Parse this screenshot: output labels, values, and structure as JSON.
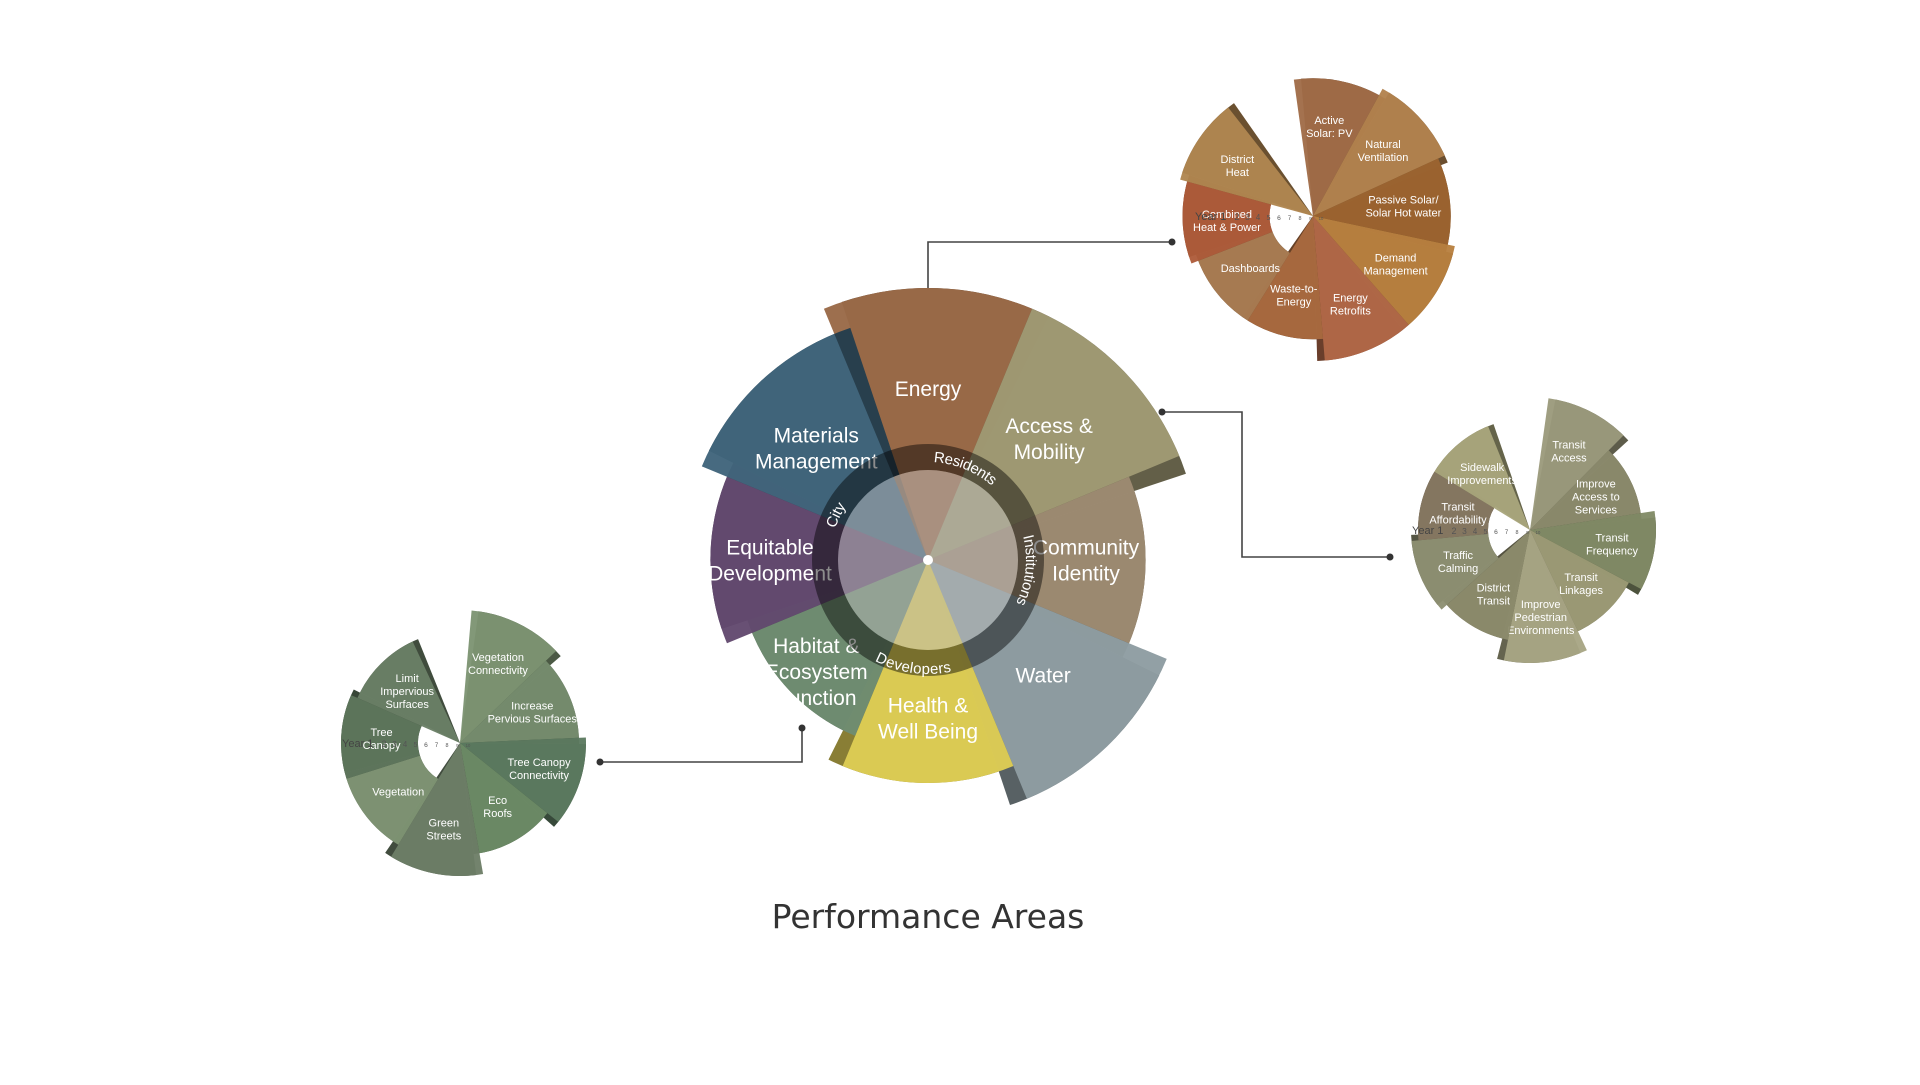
{
  "caption": "Performance Areas",
  "center_rings": [
    "Residents",
    "Institutions",
    "Developers",
    "City"
  ],
  "main_sectors": [
    {
      "label": "Energy",
      "value": 1.0,
      "color": "#9a6a48"
    },
    {
      "label": "Access & Mobility",
      "value": 1.0,
      "color": "#a09a74"
    },
    {
      "label": "Community Identity",
      "value": 0.8,
      "color": "#9d8a72"
    },
    {
      "label": "Water",
      "value": 0.95,
      "color": "#8e9da2"
    },
    {
      "label": "Health & Well Being",
      "value": 0.82,
      "color": "#ddcc55"
    },
    {
      "label": "Habitat & Ecosystem Function",
      "value": 0.7,
      "color": "#6f8c72"
    },
    {
      "label": "Equitable Development",
      "value": 0.8,
      "color": "#634a70"
    },
    {
      "label": "Materials Management",
      "value": 0.9,
      "color": "#41657c"
    }
  ],
  "sub_wheels": [
    {
      "name": "energy",
      "year_label": "Year 1",
      "year_ticks": [
        "2",
        "3",
        "4",
        "5",
        "6",
        "7",
        "8",
        "9",
        "10"
      ],
      "items": [
        {
          "label": "Active Solar: PV",
          "value": 0.95,
          "color": "#a06c48"
        },
        {
          "label": "Natural Ventilation",
          "value": 1.0,
          "color": "#b2824e"
        },
        {
          "label": "Passive Solar/ Solar Hot water",
          "value": 0.95,
          "color": "#9c6430"
        },
        {
          "label": "Demand Management",
          "value": 1.0,
          "color": "#b88040"
        },
        {
          "label": "Energy Retrofits",
          "value": 1.0,
          "color": "#b16848"
        },
        {
          "label": "Waste-to- Energy",
          "value": 0.85,
          "color": "#a96a40"
        },
        {
          "label": "Dashboards",
          "value": 0.85,
          "color": "#a97c52"
        },
        {
          "label": "Combined Heat & Power",
          "value": 0.9,
          "color": "#ae5c3a"
        },
        {
          "label": "District Heat",
          "value": 0.95,
          "color": "#b08650"
        }
      ]
    },
    {
      "name": "mobility",
      "year_label": "Year 1",
      "year_ticks": [
        "2",
        "3",
        "4",
        "5",
        "6",
        "7",
        "8",
        "9",
        "10"
      ],
      "items": [
        {
          "label": "Transit Access",
          "value": 0.95,
          "color": "#9b9a7c"
        },
        {
          "label": "Improve Access to Services",
          "value": 0.8,
          "color": "#8b8a6c"
        },
        {
          "label": "Transit Frequency",
          "value": 0.9,
          "color": "#818a66"
        },
        {
          "label": "Transit Linkages",
          "value": 0.8,
          "color": "#9c9b76"
        },
        {
          "label": "Improve Pedestrian Environments",
          "value": 0.95,
          "color": "#a8a684"
        },
        {
          "label": "District Transit",
          "value": 0.8,
          "color": "#8d8b6c"
        },
        {
          "label": "Traffic Calming",
          "value": 0.85,
          "color": "#8e9072"
        },
        {
          "label": "Transit Affordability",
          "value": 0.8,
          "color": "#867862"
        },
        {
          "label": "Sidewalk Improvements",
          "value": 0.8,
          "color": "#a9a67c"
        }
      ]
    },
    {
      "name": "habitat",
      "year_label": "Year 1",
      "year_ticks": [
        "2",
        "3",
        "4",
        "5",
        "6",
        "7",
        "8",
        "9",
        "10"
      ],
      "items": [
        {
          "label": "Vegetation Connectivity",
          "value": 0.95,
          "color": "#7d9472"
        },
        {
          "label": "Increase Pervious Surfaces",
          "value": 0.85,
          "color": "#768d6e"
        },
        {
          "label": "Tree Canopy Connectivity",
          "value": 0.9,
          "color": "#5c7a60"
        },
        {
          "label": "Eco Roofs",
          "value": 0.8,
          "color": "#6c8a66"
        },
        {
          "label": "Green Streets",
          "value": 0.95,
          "color": "#6d7e67"
        },
        {
          "label": "Vegetation",
          "value": 0.85,
          "color": "#7f9474"
        },
        {
          "label": "Tree Canopy",
          "value": 0.85,
          "color": "#5e765c"
        },
        {
          "label": "Limit Impervious Surfaces",
          "value": 0.8,
          "color": "#6a7f66"
        }
      ]
    }
  ]
}
